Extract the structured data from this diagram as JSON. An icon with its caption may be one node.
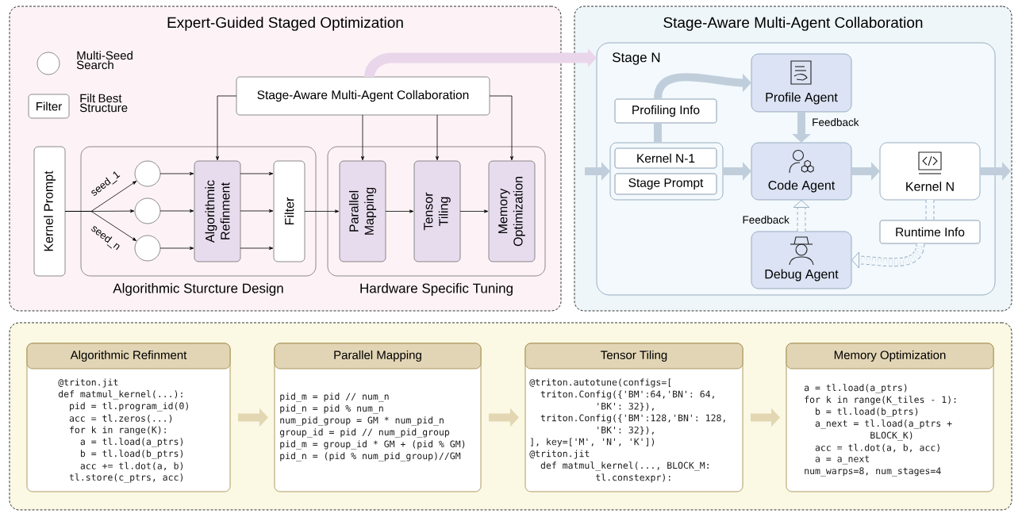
{
  "diagram": {
    "nodes": [
      {
        "text": [
          "Expert-Guided Staged Optimization"
        ]
      },
      {
        "text": [],
        "shape": "circle",
        "in": 0,
        "beside": [
          "Multi-Seed Search"
        ]
      },
      {
        "text": [
          "Filter"
        ],
        "in": 0,
        "beside": [
          "Filt Best Structure"
        ]
      },
      {
        "text": [
          "Stage-Aware Multi-Agent Collaboration"
        ],
        "in": 0
      },
      {
        "text": [
          "Kernel Prompt"
        ],
        "in": 0
      },
      {
        "text": [
          "Algorithmic Sturcture Design"
        ],
        "in": 0
      },
      {
        "text": [],
        "shape": "circle",
        "in": 5
      },
      {
        "text": [],
        "shape": "circle",
        "in": 5
      },
      {
        "text": [],
        "shape": "circle",
        "in": 5
      },
      {
        "text": [
          "Algorithmic Refinment"
        ],
        "in": 5
      },
      {
        "text": [
          "Filter"
        ],
        "in": 5
      },
      {
        "text": [
          "Hardware Specific Tuning"
        ],
        "in": 0
      },
      {
        "text": [
          "Parallel Mapping"
        ],
        "in": 11
      },
      {
        "text": [
          "Tensor Tiling"
        ],
        "in": 11
      },
      {
        "text": [
          "Memory Optimization"
        ],
        "in": 11
      },
      {
        "text": [
          "Stage-Aware Multi-Agent Collaboration"
        ]
      },
      {
        "text": [
          "Stage N"
        ],
        "in": 15
      },
      {
        "text": [
          "Profile Agent"
        ],
        "in": 16
      },
      {
        "text": [
          "Profiling Info"
        ],
        "in": 16
      },
      {
        "text": [],
        "shape": "box",
        "in": 16
      },
      {
        "text": [
          "Kernel N-1"
        ],
        "in": 19
      },
      {
        "text": [
          "Stage Prompt"
        ],
        "in": 19
      },
      {
        "text": [
          "Code Agent"
        ],
        "in": 16
      },
      {
        "text": [
          "Kernel N"
        ],
        "in": 16
      },
      {
        "text": [
          "Runtime Info"
        ],
        "in": 16
      },
      {
        "text": [
          "Debug Agent"
        ],
        "in": 16
      },
      {
        "text": [],
        "shape": "box"
      },
      {
        "text": [
          "Algorithmic Refinment",
          "@triton.jit",
          "def matmul_kernel(...):",
          "pid = tl.program_id(0)",
          "acc = tl.zeros(...)",
          "for k in range(K):",
          "a = tl.load(a_ptrs)",
          "b = tl.load(b_ptrs)",
          "acc += tl.dot(a, b)",
          "tl.store(c_ptrs, acc)"
        ],
        "in": 26
      },
      {
        "text": [
          "Parallel Mapping",
          "pid_m = pid // num_n",
          "pid_n = pid % num_n",
          "num_pid_group = GM * num_pid_n",
          "group_id = pid // num_pid_group",
          "pid_m = group_id * GM + (pid % GM)",
          "pid_n = (pid % num_pid_group)//GM"
        ],
        "in": 26
      },
      {
        "text": [
          "Tensor Tiling",
          "@triton.autotune(configs=[",
          "triton.Config({'BM':64,'BN': 64,",
          "'BK': 32}),",
          "triton.Config({'BM':128,'BN': 128,",
          "'BK': 32}),",
          "], key=['M', 'N', 'K'])",
          "@triton.jit",
          "def matmul_kernel(..., BLOCK_M:",
          "tl.constexpr):"
        ],
        "in": 26
      },
      {
        "text": [
          "Memory Optimization",
          "a = tl.load(a_ptrs)",
          "for k in range(K_tiles - 1):",
          "b = tl.load(b_ptrs)",
          "a_next = tl.load(a_ptrs +",
          "BLOCK_K)",
          "acc = tl.dot(a, b, acc)",
          "a = a_next",
          "num_warps=8, num_stages=4"
        ],
        "in": 26
      }
    ],
    "edges": [
      {
        "from": 3,
        "to": 9,
        "arrow": "to"
      },
      {
        "from": 3,
        "to": 12,
        "arrow": "to"
      },
      {
        "from": 3,
        "to": 13,
        "arrow": "to"
      },
      {
        "from": 3,
        "to": 14,
        "arrow": "to"
      },
      {
        "from": 4,
        "to": 6,
        "arrow": "to",
        "label": "seed_1"
      },
      {
        "from": 4,
        "to": 7,
        "arrow": "to"
      },
      {
        "from": 4,
        "to": 8,
        "arrow": "to",
        "label": "seed_n"
      },
      {
        "from": 6,
        "to": 9,
        "arrow": "to"
      },
      {
        "from": 7,
        "to": 9,
        "arrow": "to"
      },
      {
        "from": 8,
        "to": 9,
        "arrow": "to"
      },
      {
        "from": 9,
        "to": 10,
        "arrow": "to"
      },
      {
        "from": 9,
        "to": 10,
        "arrow": "to"
      },
      {
        "from": 9,
        "to": 10,
        "arrow": "to"
      },
      {
        "from": 10,
        "to": 12,
        "arrow": "to"
      },
      {
        "from": 12,
        "to": 13,
        "arrow": "to"
      },
      {
        "from": 13,
        "to": 14,
        "arrow": "to"
      },
      {
        "from": 3,
        "to": 16,
        "arrow": "to",
        "style": "thick",
        "color": "#ead6ea"
      },
      {
        "from": null,
        "to": 19,
        "arrow": "to",
        "style": "thick",
        "color": "#c0cedc"
      },
      {
        "from": 19,
        "to": 18,
        "arrow": "none",
        "style": "thick",
        "color": "#c0cedc"
      },
      {
        "from": 18,
        "to": 17,
        "arrow": "to",
        "style": "thick",
        "color": "#c0cedc"
      },
      {
        "from": 19,
        "to": 22,
        "arrow": "to",
        "style": "thick",
        "color": "#c0cedc"
      },
      {
        "from": 17,
        "to": 22,
        "arrow": "to",
        "style": "thick",
        "color": "#c0cedc",
        "label": "Feedback"
      },
      {
        "from": 25,
        "to": 22,
        "arrow": "to",
        "style": "dashed",
        "color": "#8fa6c0",
        "label": "Feedback"
      },
      {
        "from": 22,
        "to": 23,
        "arrow": "to",
        "style": "thick",
        "color": "#c0cedc"
      },
      {
        "from": 23,
        "to": null,
        "arrow": "to",
        "style": "thick",
        "color": "#c0cedc"
      },
      {
        "from": 23,
        "to": 24,
        "arrow": "none",
        "style": "dashed",
        "color": "#8fa6c0"
      },
      {
        "from": 24,
        "to": 25,
        "arrow": "to",
        "style": "dashed",
        "color": "#8fa6c0"
      },
      {
        "from": 27,
        "to": 28,
        "arrow": "to",
        "style": "thick",
        "color": "#e2d7b2"
      },
      {
        "from": 28,
        "to": 29,
        "arrow": "to",
        "style": "thick",
        "color": "#e2d7b2"
      },
      {
        "from": 29,
        "to": 30,
        "arrow": "to",
        "style": "thick",
        "color": "#e2d7b2"
      }
    ]
  }
}
